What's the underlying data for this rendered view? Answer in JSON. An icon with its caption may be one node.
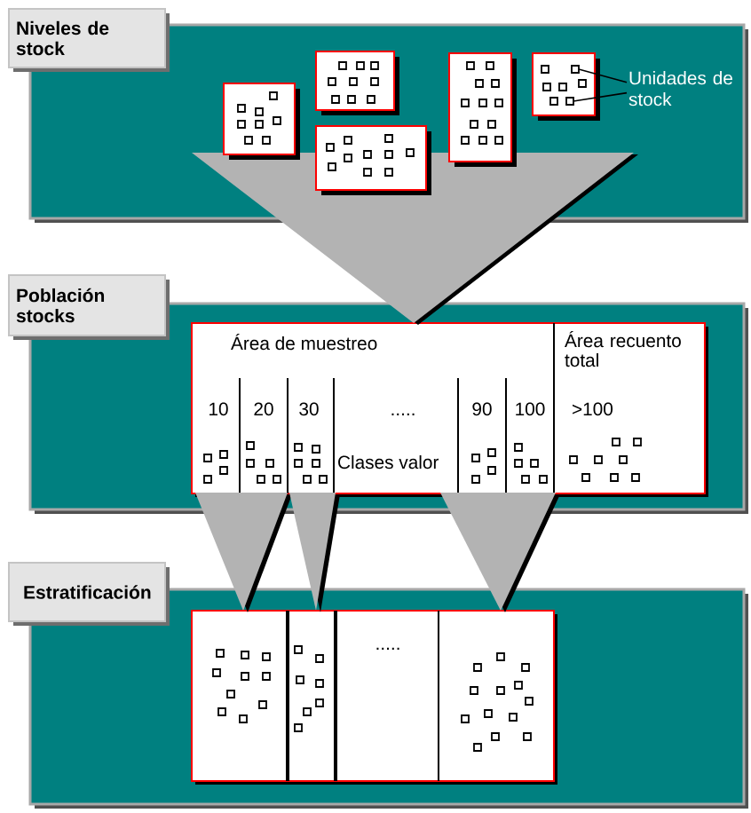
{
  "diagram": {
    "nodes": [
      {
        "text": [
          "Niveles de stock"
        ]
      },
      {
        "text": [],
        "shape": "box",
        "in": 0
      },
      {
        "text": [],
        "shape": "box",
        "in": 0
      },
      {
        "text": [],
        "shape": "box",
        "in": 0
      },
      {
        "text": [],
        "shape": "box",
        "in": 0
      },
      {
        "text": [],
        "shape": "box",
        "in": 0
      },
      {
        "text": [],
        "shape": "box",
        "in": 5
      },
      {
        "text": [],
        "shape": "box",
        "in": 5
      },
      {
        "text": [
          "Unidades de stock"
        ],
        "in": 0
      },
      {
        "text": [
          "Población stocks"
        ]
      },
      {
        "text": [
          "Área de muestreo",
          "Área recuento total"
        ],
        "in": 9
      },
      {
        "text": [
          "10"
        ],
        "in": 10
      },
      {
        "text": [
          "20"
        ],
        "in": 10
      },
      {
        "text": [
          "30"
        ],
        "in": 10
      },
      {
        "text": [
          ".....",
          "Clases valor"
        ],
        "in": 10
      },
      {
        "text": [
          "90"
        ],
        "in": 10
      },
      {
        "text": [
          "100"
        ],
        "in": 10
      },
      {
        "text": [
          ">100"
        ],
        "in": 10
      },
      {
        "text": [
          "Estratificación"
        ]
      },
      {
        "text": [],
        "shape": "box",
        "in": 18
      },
      {
        "text": [],
        "shape": "box",
        "in": 18
      },
      {
        "text": [
          "....."
        ],
        "in": 18
      },
      {
        "text": [],
        "shape": "box",
        "in": 18
      }
    ],
    "edges": [
      {
        "from": 8,
        "to": 6,
        "arrow": "none"
      },
      {
        "from": 8,
        "to": 7,
        "arrow": "none"
      },
      {
        "from": 0,
        "to": 10,
        "arrow": "to"
      },
      {
        "from": 11,
        "to": 19,
        "arrow": "to"
      },
      {
        "from": 12,
        "to": 19,
        "arrow": "to"
      },
      {
        "from": 13,
        "to": 20,
        "arrow": "to"
      },
      {
        "from": 15,
        "to": 22,
        "arrow": "to"
      },
      {
        "from": 16,
        "to": 22,
        "arrow": "to"
      }
    ]
  }
}
